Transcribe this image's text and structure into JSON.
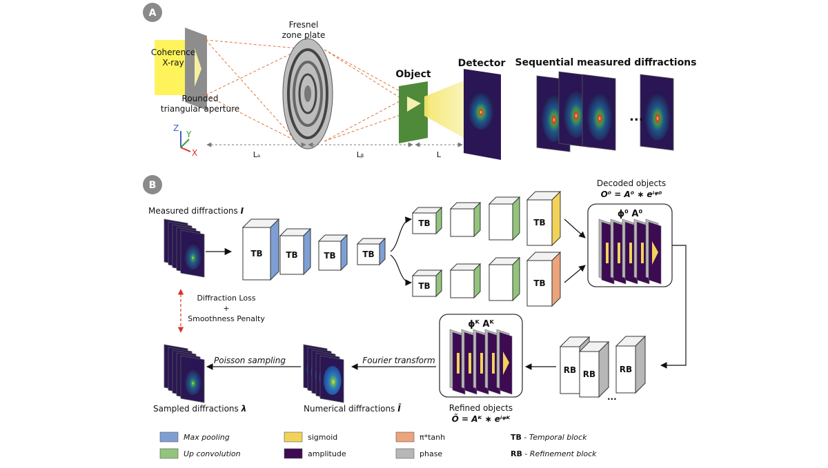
{
  "panel_a": {
    "badge": "A",
    "source_label": [
      "Coherence",
      "X-ray"
    ],
    "aperture_label": [
      "Rounded",
      "triangular aperture"
    ],
    "zone_plate_label": [
      "Fresnel",
      "zone plate"
    ],
    "object_label": "Object",
    "detector_label": "Detector",
    "sequence_label": "Sequential measured diffractions",
    "ellipsis": "...",
    "axes": {
      "z": "Z",
      "y": "Y",
      "x": "X"
    },
    "distances": {
      "la": "Lₐ",
      "lb": "Lᵦ",
      "l": "L"
    }
  },
  "panel_b": {
    "badge": "B",
    "measured_label": "Measured diffractions",
    "measured_symbol": "I",
    "decoded_label": "Decoded objects",
    "decoded_eq": "O⁰ = A⁰ ∗ eⁱᵠ⁰",
    "decoded_inner": "ϕ⁰  A⁰",
    "refined_inner": "ϕᴷ  Aᴷ",
    "refined_label": "Refined objects",
    "refined_eq": "Õ = Aᴷ ∗ eⁱᵠᴷ",
    "loss_lines": [
      "Diffraction Loss",
      "+",
      "Smoothness Penalty"
    ],
    "sampled_label": "Sampled diffractions",
    "sampled_symbol": "λ",
    "numerical_label": "Numerical diffractions",
    "numerical_symbol": "Î",
    "poisson_label": "Poisson sampling",
    "fourier_label": "Fourier transform",
    "tb_label": "TB",
    "rb_label": "RB",
    "rb_ellipsis": "..."
  },
  "legend": {
    "items": [
      {
        "label": "Max pooling",
        "color": "#7f9fd4",
        "italic": true
      },
      {
        "label": "Up convolution",
        "color": "#93c47d",
        "italic": true
      },
      {
        "label": "sigmoid",
        "color": "#f1d35a",
        "italic": false
      },
      {
        "label": "amplitude",
        "color": "#3c0b52",
        "italic": false
      },
      {
        "label": "π*tanh",
        "color": "#eca47c",
        "italic": false
      },
      {
        "label": "phase",
        "color": "#b7b7b7",
        "italic": false
      }
    ],
    "tb_key": "TB",
    "tb_def": "Temporal block",
    "rb_key": "RB",
    "rb_def": "Refinement block",
    "sep": "-"
  }
}
